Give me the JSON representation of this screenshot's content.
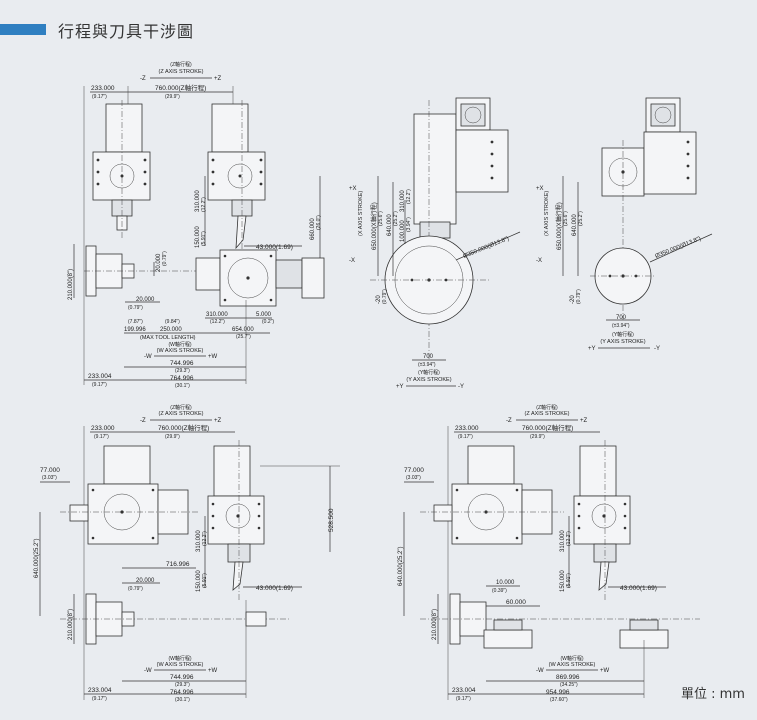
{
  "page": {
    "title": "行程與刀具干涉圖",
    "unit": "單位 : mm"
  },
  "labels": {
    "z_note": "(Z軸行程)",
    "z_axis": "(Z AXIS STROKE)",
    "z_minus": "-Z",
    "z_plus": "+Z",
    "y_note": "(Y軸行程)",
    "y_axis": "(Y AXIS STROKE)",
    "y_plus": "+Y",
    "y_minus": "-Y",
    "w_note": "(W軸行程)",
    "w_axis": "(W AXIS STROKE)",
    "w_minus": "-W",
    "w_plus": "+W",
    "x_axis": "(X AXIS STROKE)",
    "x_plus": "+X",
    "x_minus": "-X",
    "max_tool": "(MAX TOOL LENGTH)"
  },
  "dims": {
    "d233": "233.000",
    "d917": "(9.17\")",
    "d760": "760.000(Z軸行程)",
    "d299": "(29.9\")",
    "d310": "310.000",
    "d122": "(12.2\")",
    "d150": "150.000",
    "d591": "(5.91\")",
    "d43": "43.000(1.69)",
    "d660": "660.000",
    "d26": "(26.0\")",
    "d20": "20.000",
    "d079": "(0.79\")",
    "d210": "210.000(8\")",
    "d787": "(7.87\")",
    "d19996": "199.996",
    "d984": "(9.84\")",
    "d250": "250.000",
    "d5": "5.000",
    "d02": "(0.2\")",
    "d654": "654.000",
    "d257": "(25.7\")",
    "d744": "744.996",
    "d293": "(29.3\")",
    "d233004": "233.004",
    "d764": "764.996",
    "d301": "(30.1\")",
    "d650x": "650.000(X軸行程)",
    "d256": "(25.6\")",
    "d640": "640.000",
    "d252": "(25.2\")",
    "d100": "100.000",
    "d394": "(3.94\")",
    "dm20": "-20",
    "d350": "Ø350.000(Ø13.8\")",
    "d700y": "700",
    "d394b": "(±3.94\")",
    "d77": "77.000",
    "d77n": "(3.03\")",
    "d528": "528.500",
    "d640z": "640.000(25.2\")",
    "d716": "716.996",
    "d10": "10.000",
    "d039": "(0.39\")",
    "d60": "60.000",
    "d869": "869.996",
    "d3425": "(34.25\")",
    "d954": "954.996",
    "d376": "(37.60\")"
  }
}
